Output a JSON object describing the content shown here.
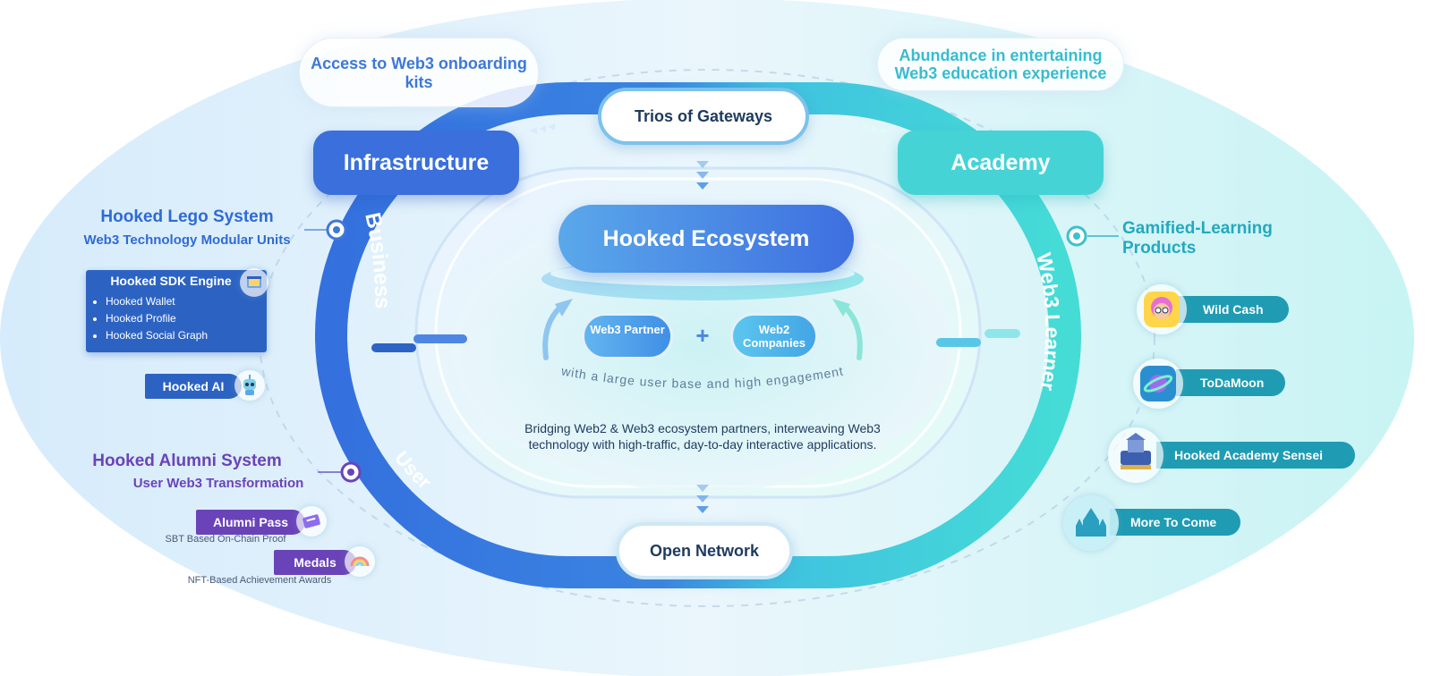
{
  "gateways": {
    "top": "Trios of Gateways",
    "bottom": "Open Network",
    "left": "Infrastructure",
    "right": "Academy"
  },
  "ring_labels": {
    "business": "Business",
    "user": "User",
    "web3_learner": "Web3 Learner"
  },
  "callouts": {
    "left_top": "Access to Web3 onboarding kits",
    "right_top": "Abundance in entertaining Web3 education experience"
  },
  "center": {
    "title": "Hooked Ecosystem",
    "partner_left": "Web3 Partner",
    "plus": "+",
    "partner_right": "Web2 Companies",
    "arc_text": "with a large user base and high engagement",
    "description": "Bridging Web2 & Web3 ecosystem partners, interweaving Web3 technology with high-traffic, day-to-day interactive applications."
  },
  "lego": {
    "title": "Hooked Lego System",
    "subtitle": "Web3 Technology Modular Units",
    "sdk_title": "Hooked SDK Engine",
    "sdk_items": [
      "Hooked Wallet",
      "Hooked Profile",
      "Hooked Social Graph"
    ],
    "ai": "Hooked AI"
  },
  "alumni": {
    "title": "Hooked Alumni System",
    "subtitle": "User Web3 Transformation",
    "pass_label": "Alumni Pass",
    "pass_caption": "SBT Based On-Chain Proof",
    "medals_label": "Medals",
    "medals_caption": "NFT-Based Achievement Awards"
  },
  "gamified": {
    "title": "Gamified-Learning Products",
    "products": [
      "Wild Cash",
      "ToDaMoon",
      "Hooked Academy Sensei",
      "More To Come"
    ]
  },
  "colors": {
    "blue": "#3a73dd",
    "teal": "#3fcfd6",
    "purple": "#6b43b8",
    "dark_teal": "#1f9cb3",
    "navy": "#1e3a5f"
  },
  "icons": [
    "gear-icon",
    "robot-icon",
    "ticket-icon",
    "rainbow-icon",
    "avatar-icon",
    "planet-icon",
    "academy-logo-icon",
    "castle-icon"
  ]
}
